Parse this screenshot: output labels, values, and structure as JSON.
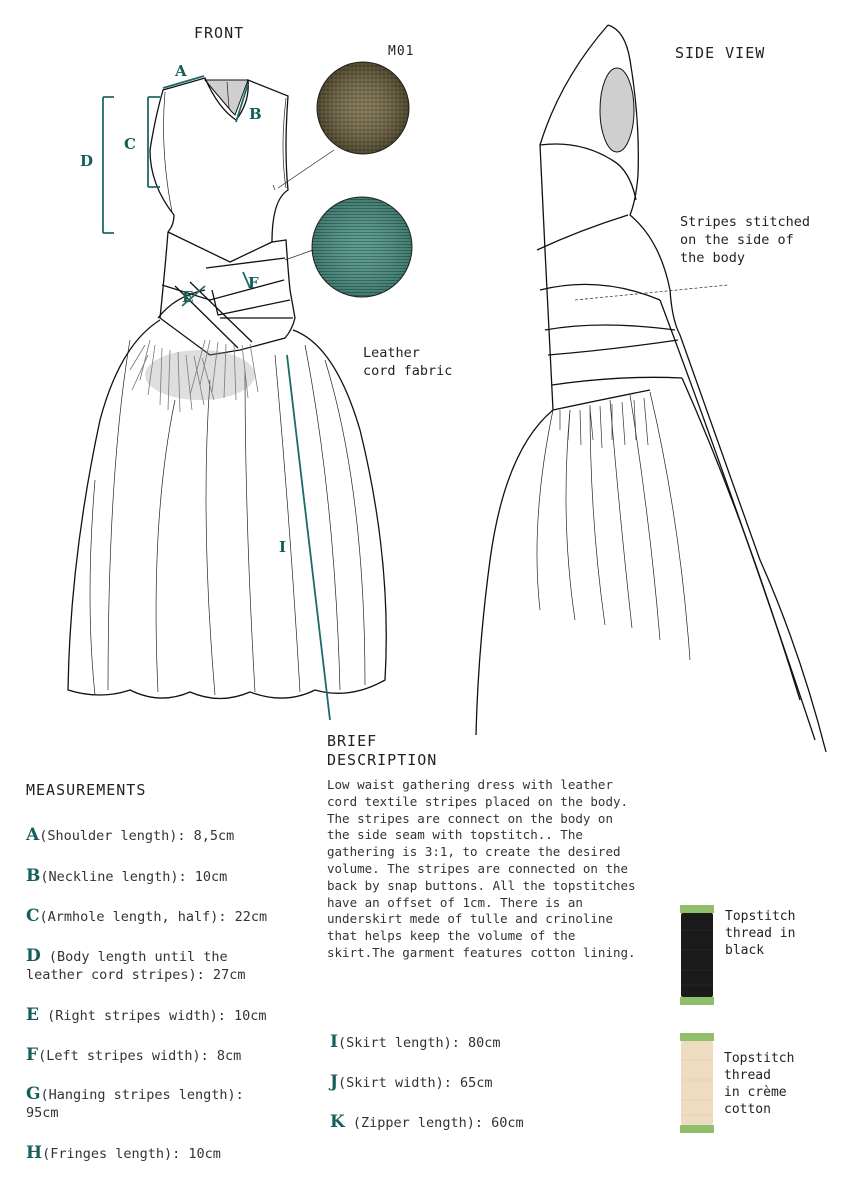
{
  "labels": {
    "front": "FRONT",
    "side_view": "SIDE VIEW",
    "swatch_id": "M01",
    "fabric_note_1": "Leather",
    "fabric_note_2": "cord fabric",
    "side_note_1": "Stripes stitched",
    "side_note_2": "on the side of",
    "side_note_3": "the body"
  },
  "dimension_letters": {
    "a": "A",
    "b": "B",
    "c": "C",
    "d": "D",
    "e": "E",
    "f": "F",
    "i": "I"
  },
  "description": {
    "title_1": "BRIEF",
    "title_2": "DESCRIPTION",
    "text": "Low waist gathering dress with leather cord textile stripes placed on the body. The stripes are connect on the body on the side seam with topstitch.. The gathering is 3:1, to create the desired volume. The stripes are connected on the back by snap buttons. All the topstitches have an offset of 1cm. There is an underskirt mede of tulle and crinoline that helps keep the volume of the skirt.The garment features cotton lining."
  },
  "measurements": {
    "title": "MEASUREMENTS",
    "items": [
      {
        "letter": "A",
        "text": "(Shoulder length): 8,5cm"
      },
      {
        "letter": "B",
        "text": "(Neckline length): 10cm"
      },
      {
        "letter": "C",
        "text": "(Armhole length, half): 22cm"
      },
      {
        "letter": "D",
        "text": " (Body length until the",
        "text2": "leather cord stripes):  27cm"
      },
      {
        "letter": "E",
        "text": " (Right stripes width):  10cm"
      },
      {
        "letter": "F",
        "text": "(Left stripes width):  8cm"
      },
      {
        "letter": "G",
        "text": "(Hanging stripes length):",
        "text2": "95cm"
      },
      {
        "letter": "H",
        "text": "(Fringes length):  10cm"
      },
      {
        "letter": "I",
        "text": "(Skirt length):  80cm"
      },
      {
        "letter": "J",
        "text": "(Skirt width): 65cm"
      },
      {
        "letter": "K",
        "text": " (Zipper length):  60cm"
      }
    ]
  },
  "threads": [
    {
      "line1": "Topstitch",
      "line2": "thread in",
      "line3": "black",
      "color": "#1a1a1a"
    },
    {
      "line1": "Topstitch",
      "line2": "thread",
      "line3": "in crème",
      "line4": "cotton",
      "color": "#efdcc0"
    }
  ],
  "colors": {
    "accent": "#155e5a",
    "swatch_leather": "#5a5030",
    "swatch_cord": "#3e8a7e"
  }
}
